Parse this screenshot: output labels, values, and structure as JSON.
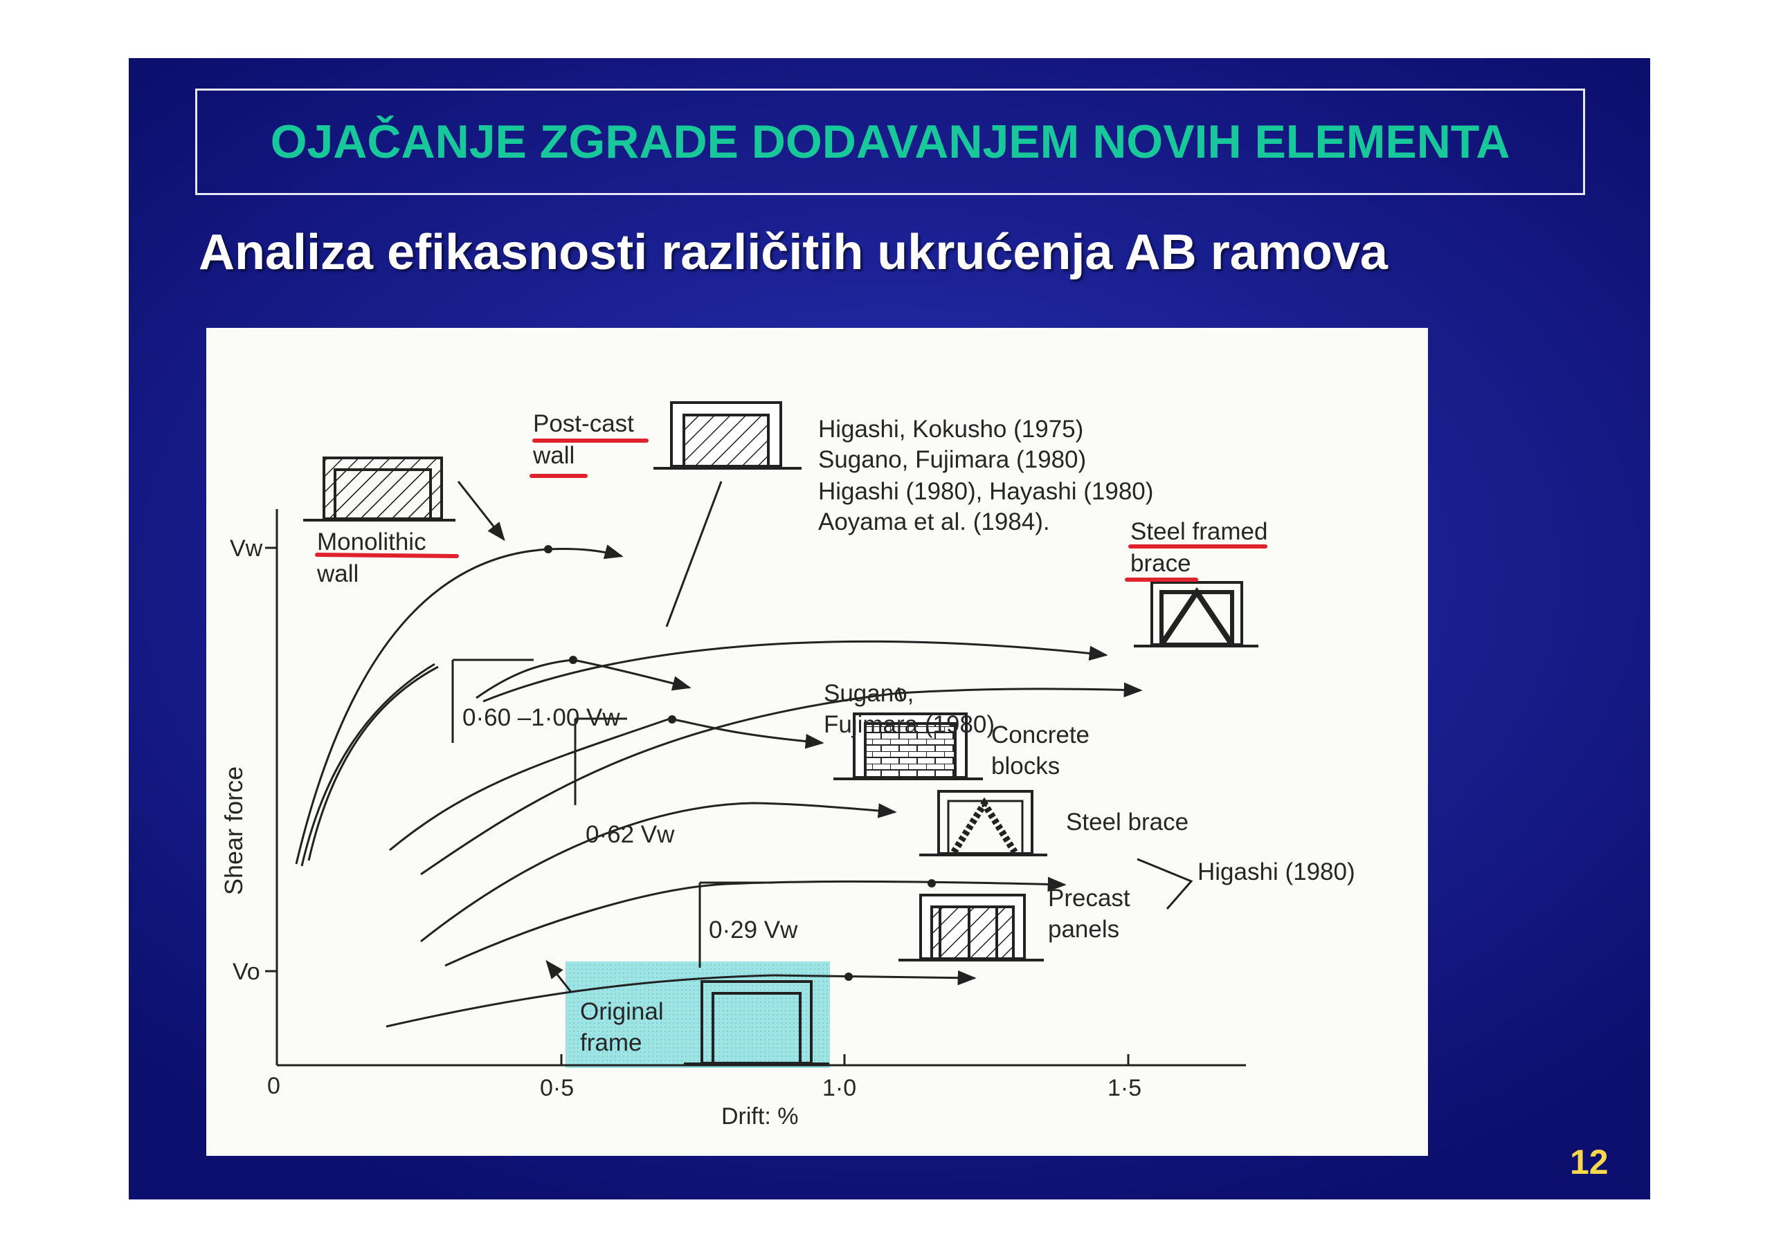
{
  "slide": {
    "title": "OJAČANJE ZGRADE DODAVANJEM NOVIH ELEMENTA",
    "subtitle": "Analiza efikasnosti različitih ukrućenja AB ramova",
    "page_number": "12",
    "colors": {
      "background": "#1d2398",
      "title": "#18c79a",
      "subtitle": "#ffffff",
      "page_number": "#f6d84a",
      "underline": "#e0222c",
      "highlight": "#6fd3d3"
    }
  },
  "figure": {
    "axis": {
      "y_label": "Shear force",
      "x_label": "Drift: %",
      "y_ticks": [
        "Vw",
        "Vo"
      ],
      "x_ticks": [
        "0",
        "0·5",
        "1·0",
        "1·5"
      ]
    },
    "references": {
      "post_cast": [
        "Higashi, Kokusho (1975)",
        "Sugano, Fujimara (1980)",
        "Higashi (1980), Hayashi (1980)",
        "Aoyama et al. (1984)."
      ],
      "sugano": [
        "Sugano,",
        "Fujimara (1980)"
      ],
      "higashi": "Higashi (1980)"
    },
    "labels": {
      "post_cast_wall": [
        "Post-cast",
        "wall"
      ],
      "monolithic_wall": [
        "Monolithic",
        "wall"
      ],
      "steel_framed_brace": [
        "Steel framed",
        "brace"
      ],
      "concrete_blocks": [
        "Concrete",
        "blocks"
      ],
      "steel_brace": "Steel brace",
      "precast_panels": [
        "Precast",
        "panels"
      ],
      "original_frame": [
        "Original",
        "frame"
      ]
    },
    "annotations": {
      "range_post_cast": "0·60 –1·00 Vw",
      "range_concrete": "0·62 Vw",
      "range_precast": "0·29 Vw"
    }
  }
}
